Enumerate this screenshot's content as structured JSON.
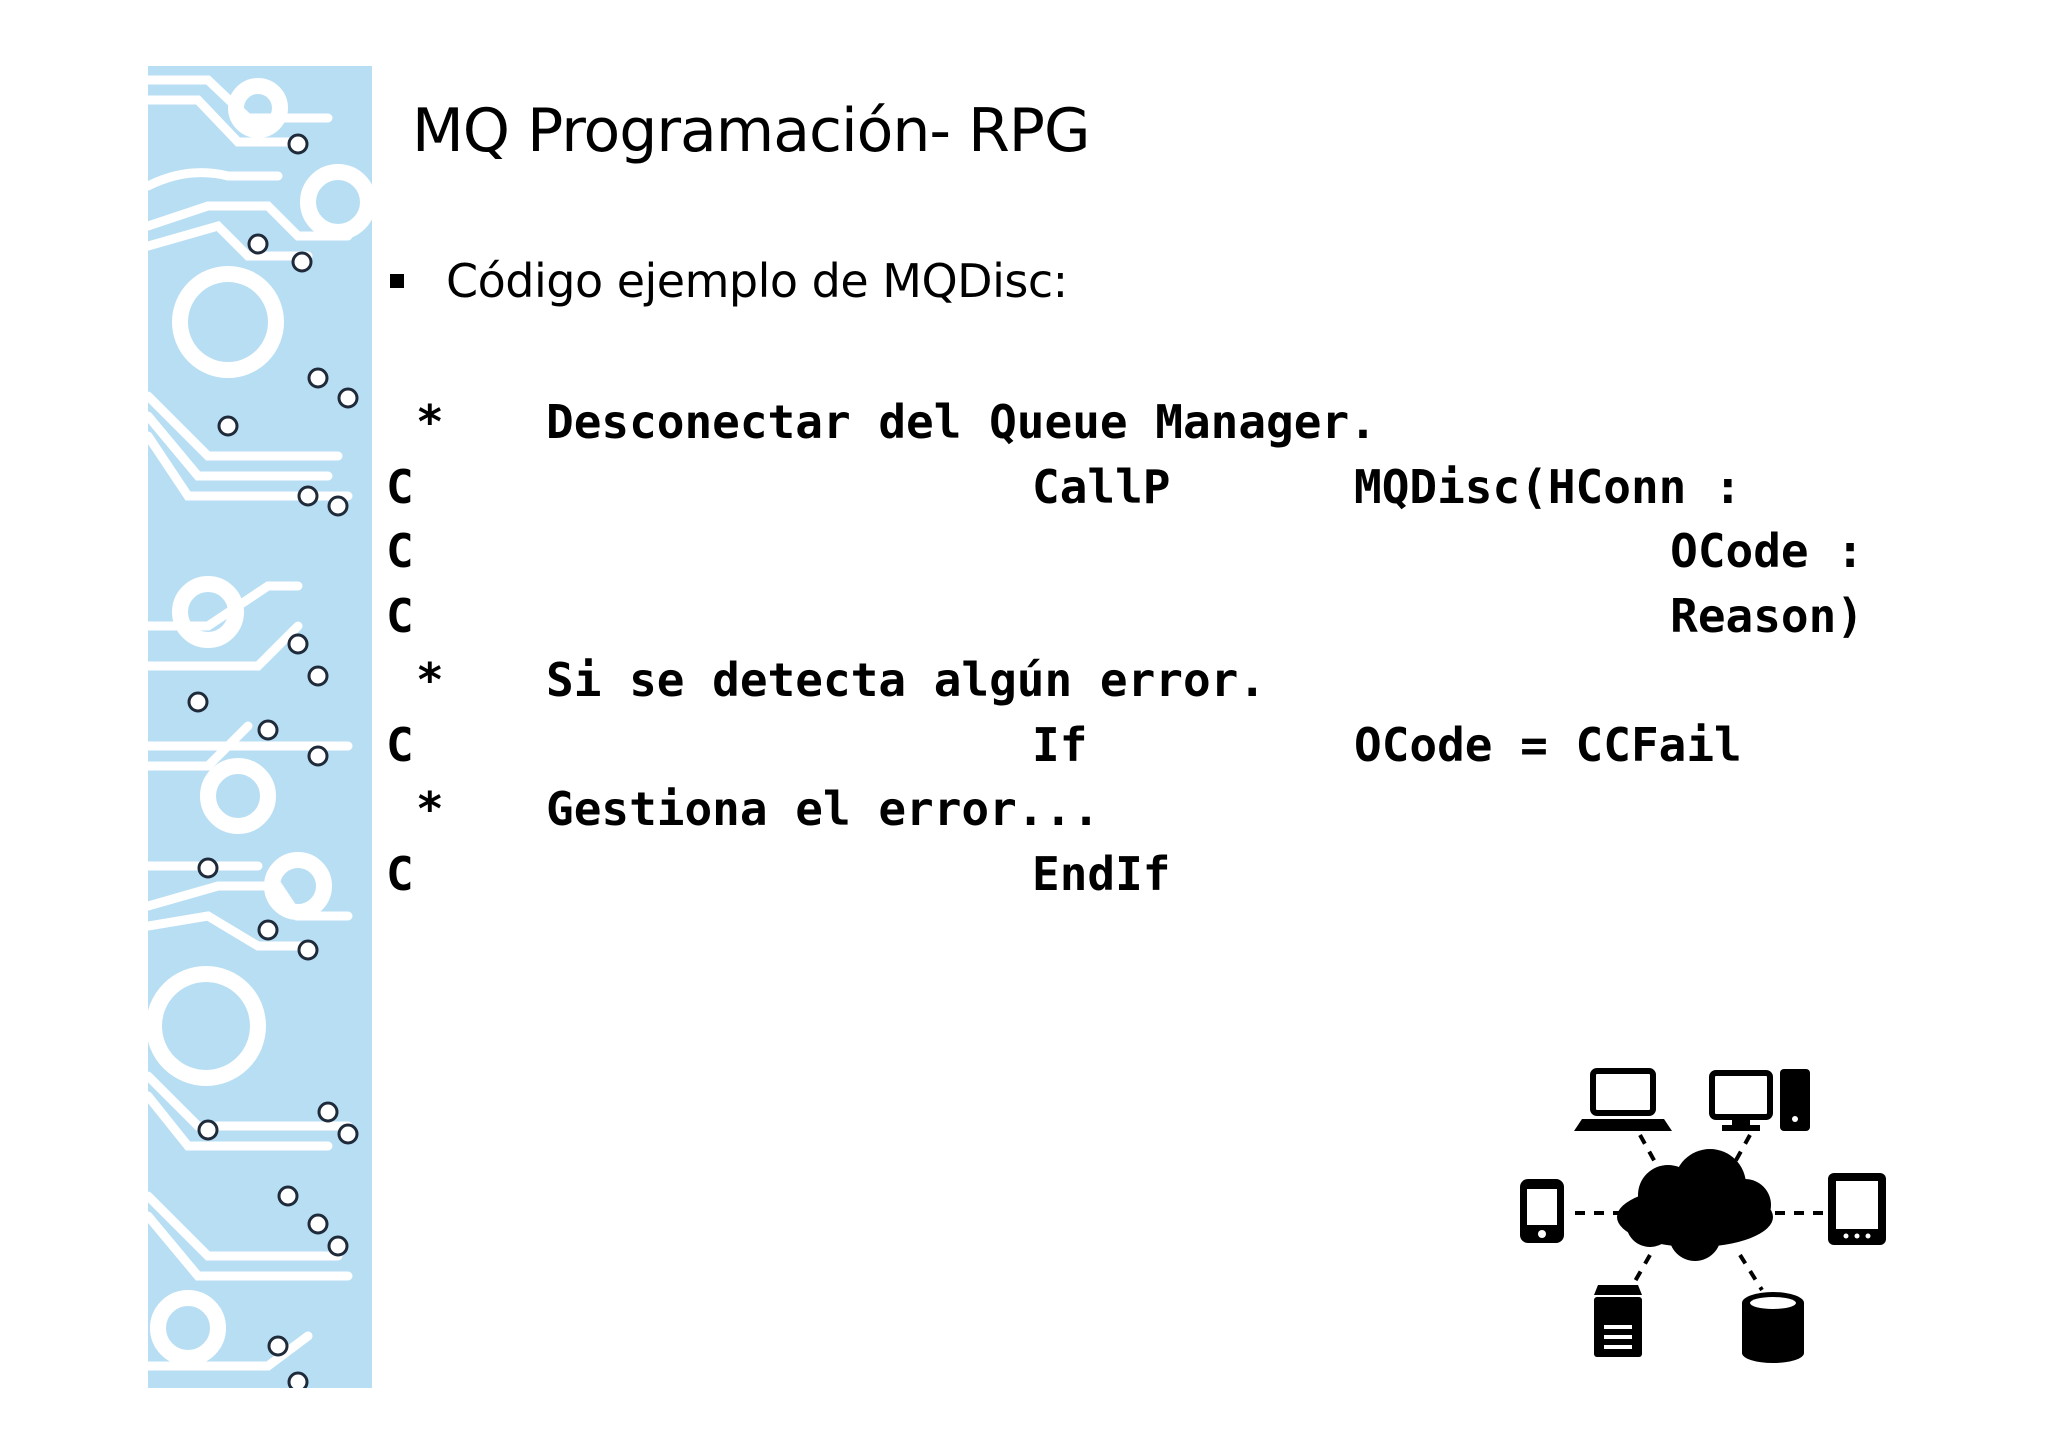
{
  "slide": {
    "title": "MQ Programación- RPG",
    "bullet": "Código ejemplo de MQDisc:"
  },
  "code": {
    "lines": [
      {
        "spec": "",
        "star": "*",
        "comment": "Desconectar del Queue Manager.",
        "op": "",
        "arg": ""
      },
      {
        "spec": "C",
        "star": "",
        "comment": "",
        "op": "CallP",
        "arg": "MQDisc(HConn :"
      },
      {
        "spec": "C",
        "star": "",
        "comment": "",
        "op": "",
        "arg_right": "OCode :"
      },
      {
        "spec": "C",
        "star": "",
        "comment": "",
        "op": "",
        "arg_right": "Reason)"
      },
      {
        "spec": "",
        "star": "*",
        "comment": "Si se detecta algún error.",
        "op": "",
        "arg": ""
      },
      {
        "spec": "C",
        "star": "",
        "comment": "",
        "op": "If",
        "arg": "OCode = CCFail"
      },
      {
        "spec": "",
        "star": "*",
        "comment": "Gestiona el error...",
        "op": "",
        "arg": ""
      },
      {
        "spec": "C",
        "star": "",
        "comment": "",
        "op": "EndIf",
        "arg": ""
      }
    ]
  },
  "decor": {
    "side_band_color": "#b8def3",
    "network_icon": "cloud-network-icon",
    "side_band_icon": "circuit-board-icon"
  }
}
